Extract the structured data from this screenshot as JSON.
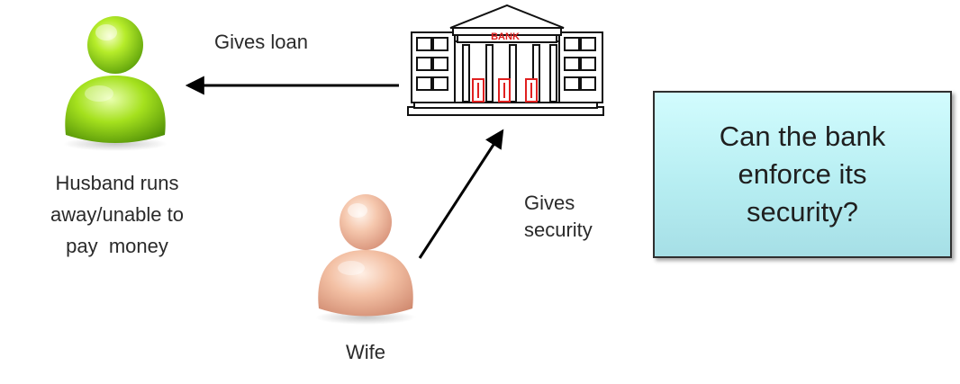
{
  "labels": {
    "gives_loan": "Gives loan",
    "gives_security_line1": "Gives",
    "gives_security_line2": "security",
    "husband_line1": "Husband runs",
    "husband_line2": "away/unable to",
    "husband_line3": "pay  money",
    "wife": "Wife",
    "bank_sign": "BANK"
  },
  "question": {
    "line1": "Can the bank",
    "line2": "enforce its",
    "line3": "security?"
  },
  "icons": {
    "husband": "person-icon",
    "wife": "person-icon",
    "bank": "bank-building-icon"
  },
  "colors": {
    "husband": "#8fd11a",
    "wife": "#f2bea3",
    "bank_accent": "#e02020",
    "question_box": "#c3f5f8"
  }
}
